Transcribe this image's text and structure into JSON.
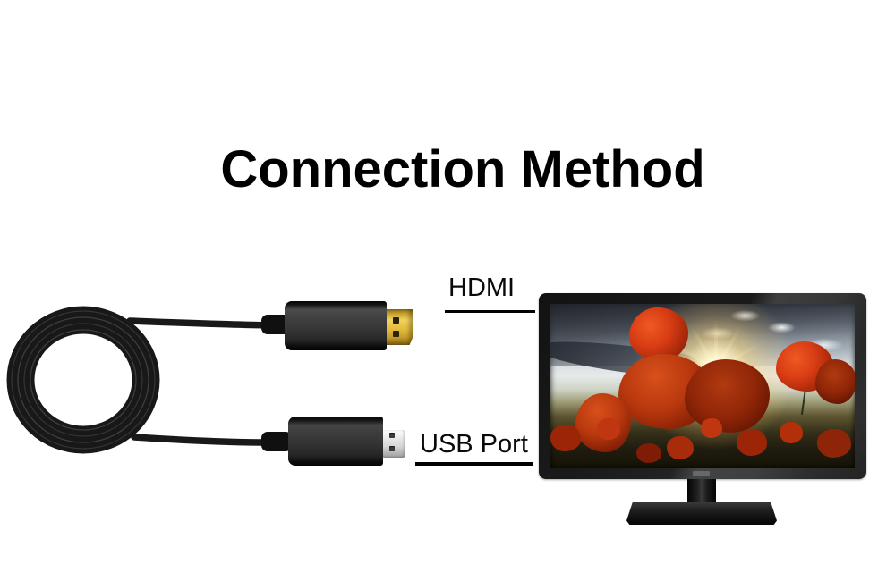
{
  "title": "Connection Method",
  "diagram": {
    "hdmi_label": "HDMI",
    "usb_label": "USB Port",
    "scene": "coiled black cable splitting into HDMI and USB connectors plugged toward a monitor",
    "monitor_image": "red poppy field under cloudy sky with sunburst"
  },
  "colors": {
    "background": "#ffffff",
    "title_text": "#000000",
    "cable_black": "#191919",
    "hdmi_gold": "#e4bd3d",
    "usb_metal": "#d6d6d6",
    "monitor_bezel": "#1b1b1b",
    "poppy_red": "#c43310",
    "sun_glow": "#fff6d8",
    "label_underline": "#000000"
  }
}
